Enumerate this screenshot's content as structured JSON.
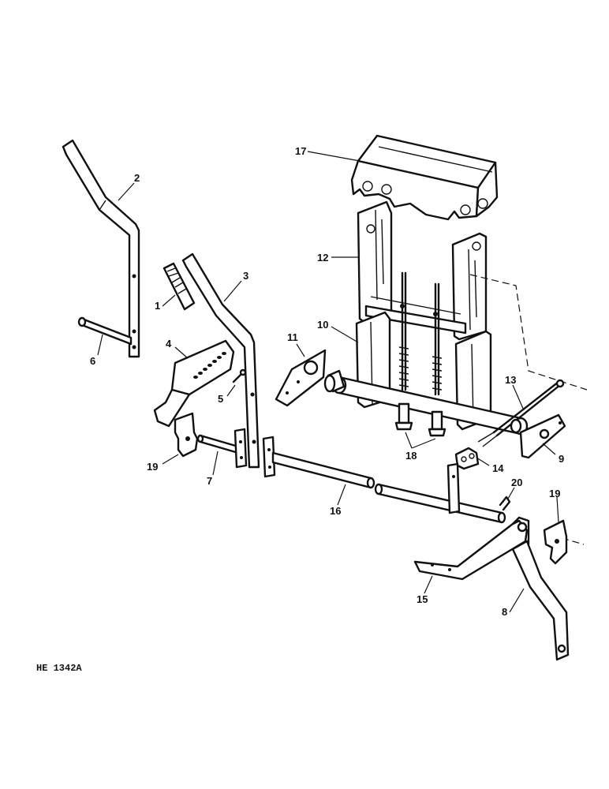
{
  "drawing_code": "HE 1342A",
  "callouts": [
    "1",
    "2",
    "3",
    "4",
    "5",
    "6",
    "7",
    "8",
    "9",
    "10",
    "11",
    "12",
    "13",
    "14",
    "15",
    "16",
    "17",
    "18",
    "19",
    "19",
    "20"
  ]
}
